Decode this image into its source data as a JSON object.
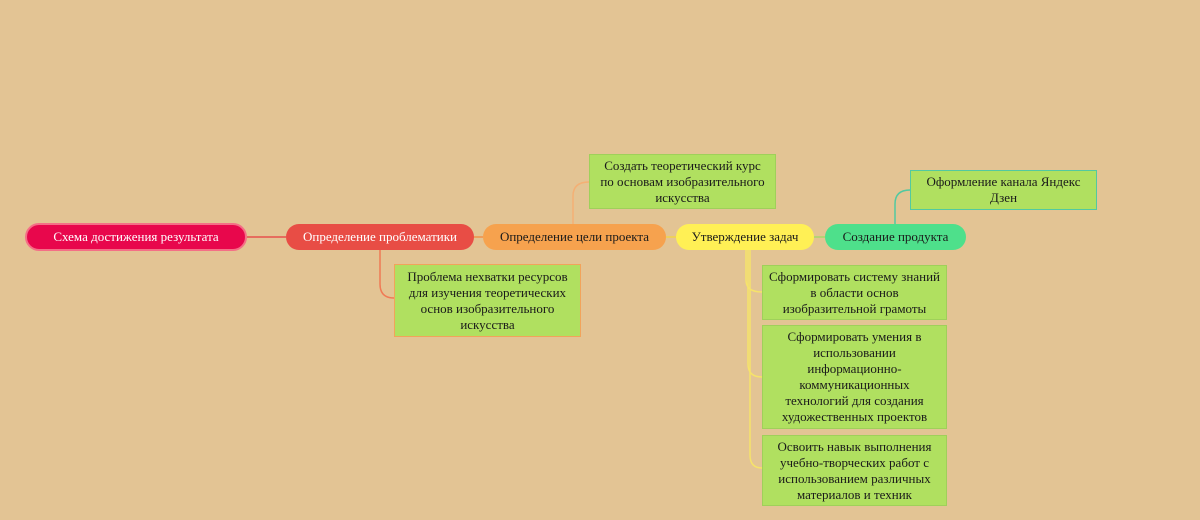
{
  "diagram": {
    "root": "Схема достижения результата",
    "chain": [
      "Определение проблематики",
      "Определение цели проекта",
      "Утверждение задач",
      "Создание продукта"
    ],
    "problem_note": "Проблема нехватки ресурсов для изучения теоретических основ изобразительного искусства",
    "goal_note": "Создать теоретический курс по основам изобразительного искусства",
    "tasks": [
      "Сформировать систему знаний в области основ изобразительной грамоты",
      "Сформировать умения в использовании информационно-коммуникационных технологий для создания художественных проектов",
      "Освоить навык выполнения учебно-творческих работ с использованием различных материалов и техник"
    ],
    "product_note": "Оформление канала Яндекс Дзен"
  },
  "colors": {
    "background": "#e3c494",
    "root": "#e8074c",
    "problem": "#e84d45",
    "goal": "#f6a24e",
    "tasks": "#fff055",
    "product": "#4ee08b",
    "leaf": "#b0e060"
  }
}
